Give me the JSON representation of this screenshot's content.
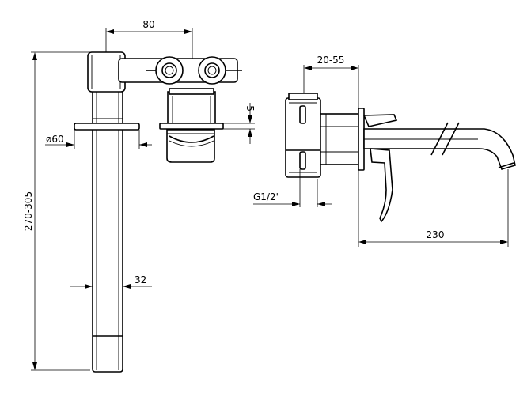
{
  "dimensions": {
    "center_distance": "80",
    "escutcheon_diameter": "ø60",
    "body_length": "270-305",
    "spout_diameter": "32",
    "rim_thickness": "5",
    "wall_depth": "20-55",
    "thread_size": "G1/2\"",
    "spout_projection": "230"
  }
}
